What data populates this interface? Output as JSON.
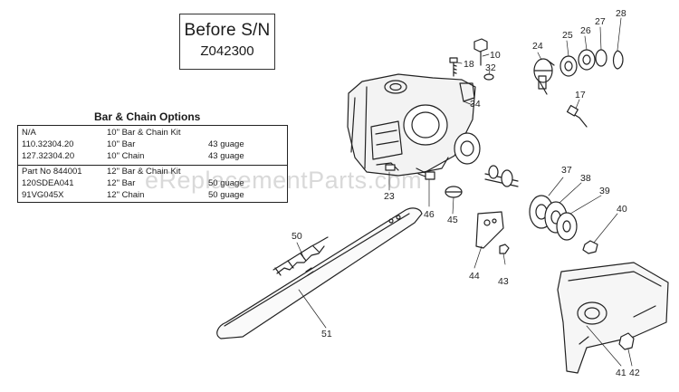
{
  "serial_box": {
    "line1": "Before S/N",
    "line2": "Z042300"
  },
  "options": {
    "title": "Bar & Chain Options",
    "groups": [
      {
        "rows": [
          {
            "part": "N/A",
            "desc": "10\" Bar & Chain Kit",
            "gauge": ""
          },
          {
            "part": "110.32304.20",
            "desc": "10\" Bar",
            "gauge": "43 guage"
          },
          {
            "part": "127.32304.20",
            "desc": "10\" Chain",
            "gauge": "43 guage"
          }
        ]
      },
      {
        "rows": [
          {
            "part": "Part No 844001",
            "desc": "12\" Bar & Chain Kit",
            "gauge": ""
          },
          {
            "part": "120SDEA041",
            "desc": "12\" Bar",
            "gauge": "50 guage"
          },
          {
            "part": "91VG045X",
            "desc": "12\" Chain",
            "gauge": "50 guage"
          }
        ]
      }
    ]
  },
  "callouts": [
    "10",
    "18",
    "32",
    "24",
    "25",
    "26",
    "27",
    "28",
    "17",
    "34",
    "23",
    "46",
    "45",
    "37",
    "38",
    "39",
    "40",
    "50",
    "44",
    "43",
    "51",
    "41",
    "42"
  ],
  "watermark": "eReplacementParts.com"
}
